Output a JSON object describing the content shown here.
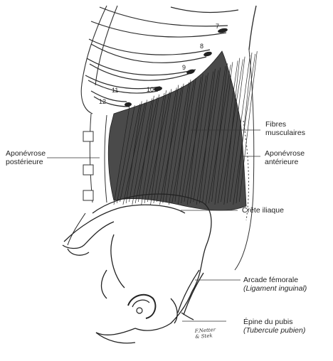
{
  "ribs": [
    "7",
    "8",
    "9",
    "10",
    "11",
    "12"
  ],
  "labels": {
    "fibres_line1": "Fibres",
    "fibres_line2": "musculaires",
    "apon_ant_line1": "Aponévrose",
    "apon_ant_line2": "antérieure",
    "apon_post_line1": "Aponévrose",
    "apon_post_line2": "postérieure",
    "crete": "Crête iliaque",
    "arcade_line1": "Arcade fémorale",
    "arcade_line2": "(Ligament inguinal)",
    "epine_line1": "Épine du pubis",
    "epine_line2": "(Tubercule pubien)"
  },
  "signature": {
    "line1": "F.Netter",
    "line2": "& Stek"
  }
}
